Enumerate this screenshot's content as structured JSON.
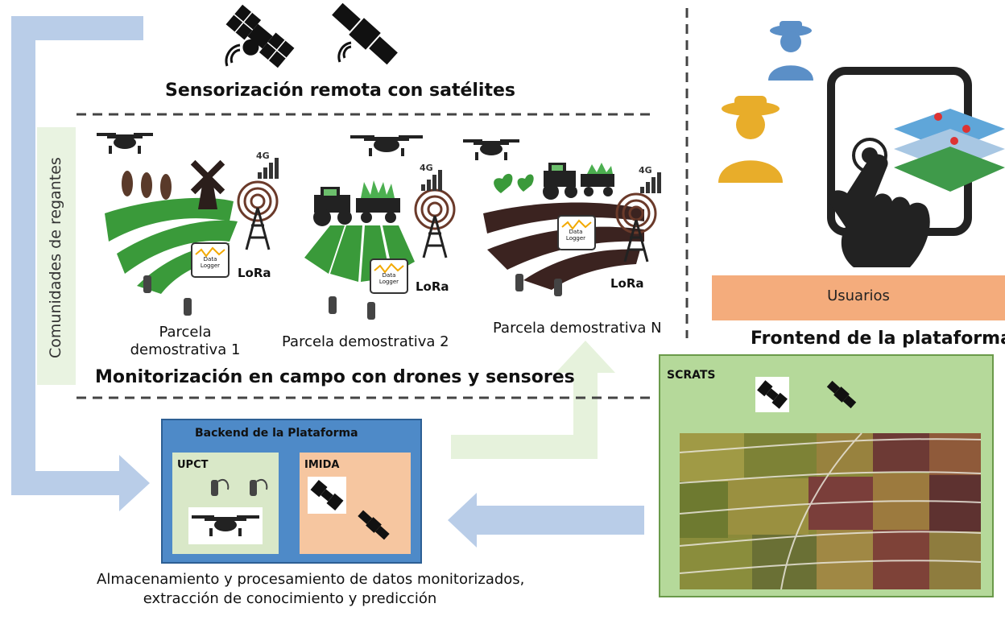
{
  "titles": {
    "satellites": "Sensorización remota con satélites",
    "field": "Monitorización en campo con drones y sensores",
    "frontend": "Frontend de la plataforma"
  },
  "sidebar": {
    "comunidades": "Comunidades de regantes"
  },
  "plots": [
    {
      "label_line1": "Parcela",
      "label_line2": "demostrativa 1"
    },
    {
      "label": "Parcela demostrativa 2"
    },
    {
      "label": "Parcela demostrativa N"
    }
  ],
  "icon_text": {
    "network": "4G",
    "lora": "LoRa",
    "logger_line1": "Data",
    "logger_line2": "Logger"
  },
  "frontend": {
    "users": "Usuarios"
  },
  "backend": {
    "title": "Backend de la Plataforma",
    "upct": "UPCT",
    "imida": "IMIDA"
  },
  "scrats": {
    "title": "SCRATS"
  },
  "caption": {
    "line1": "Almacenamiento y procesamiento de datos monitorizados,",
    "line2": "extracción de conocimiento y predicción"
  },
  "colors": {
    "arrow_blue": "#b9cde8",
    "arrow_green": "#e6f2dc",
    "field_green": "#3a9a3a",
    "field_brown": "#3b2320",
    "backend_blue": "#4e8ac8",
    "upct_green": "#d9e8c8",
    "imida_peach": "#f6c6a0",
    "scrats_green": "#b5d99a",
    "users_orange": "#f4ac7c"
  }
}
